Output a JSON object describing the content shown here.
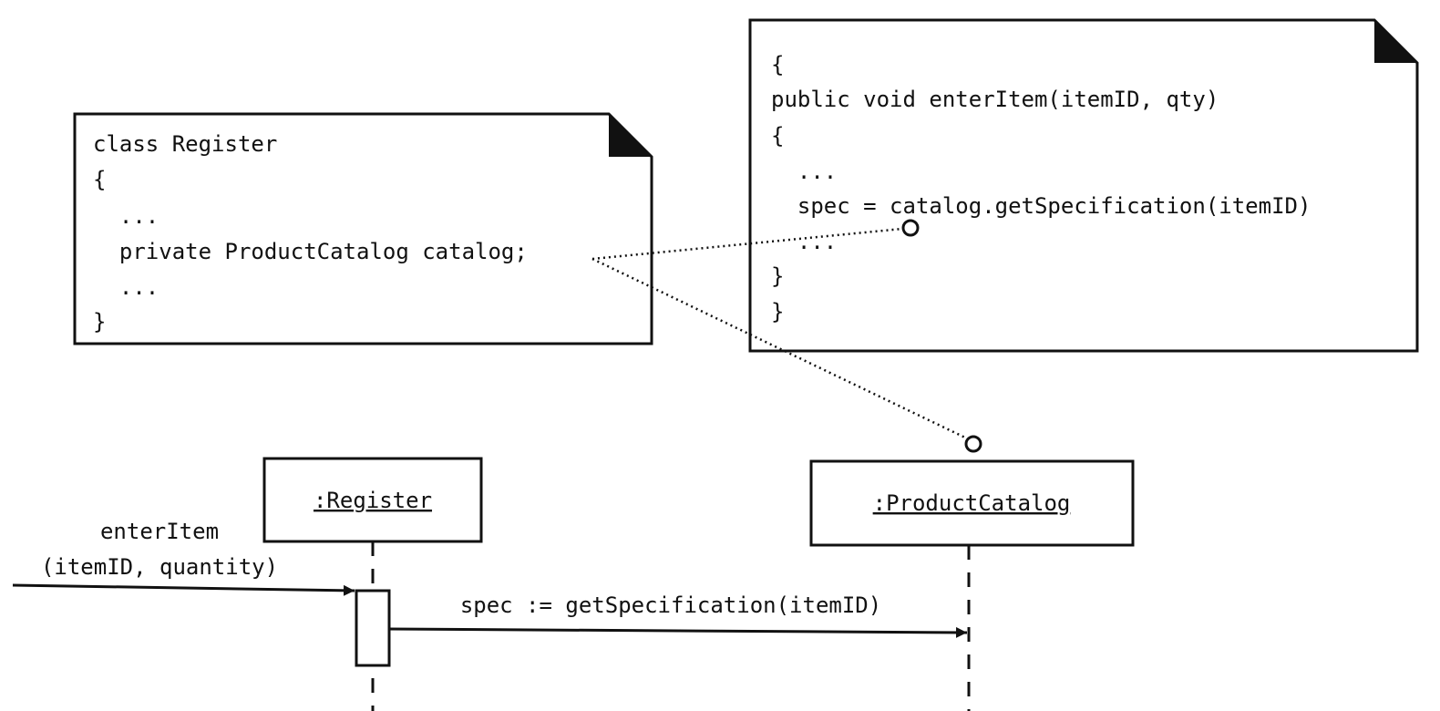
{
  "notes": {
    "register_class": {
      "lines": [
        "class Register",
        "{",
        "  ...",
        "  private ProductCatalog catalog;",
        "  ...",
        "}"
      ]
    },
    "enter_item_method": {
      "lines": [
        "{",
        "public void enterItem(itemID, qty)",
        "{",
        "  ...",
        "  spec = catalog.getSpecification(itemID)",
        "  ...",
        "}",
        "}"
      ]
    }
  },
  "lifelines": {
    "register": {
      "label": ":Register"
    },
    "product_catalog": {
      "label": ":ProductCatalog"
    }
  },
  "messages": {
    "found": {
      "line1": "enterItem",
      "line2": "(itemID, quantity)"
    },
    "get_spec": {
      "label": "spec := getSpecification(itemID)"
    }
  }
}
